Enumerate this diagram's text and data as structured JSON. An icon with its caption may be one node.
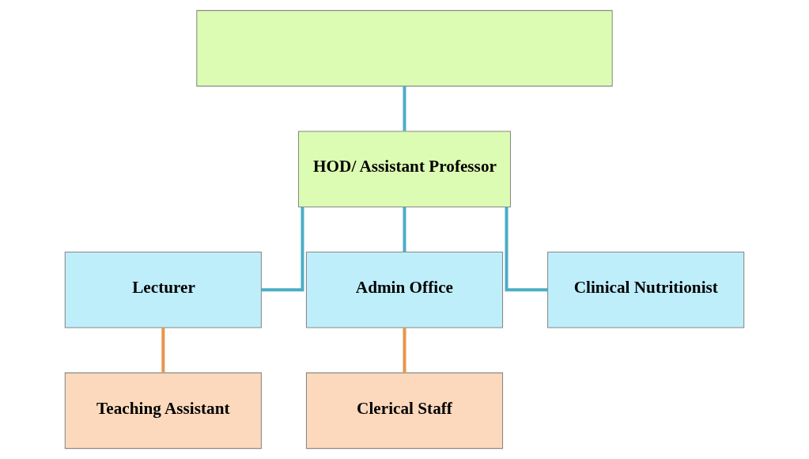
{
  "diagram": {
    "nodes": [
      {
        "text": [],
        "shape": "box"
      },
      {
        "text": [
          "HOD/ Assistant Professor"
        ]
      },
      {
        "text": [
          "Lecturer"
        ]
      },
      {
        "text": [
          "Admin Office"
        ]
      },
      {
        "text": [
          "Clinical Nutritionist"
        ]
      },
      {
        "text": [
          "Teaching Assistant"
        ]
      },
      {
        "text": [
          "Clerical Staff"
        ]
      }
    ],
    "edges": [
      {
        "from": 0,
        "to": 1,
        "arrow": "none"
      },
      {
        "from": 1,
        "to": 2,
        "arrow": "none"
      },
      {
        "from": 1,
        "to": 3,
        "arrow": "none"
      },
      {
        "from": 1,
        "to": 4,
        "arrow": "none"
      },
      {
        "from": 2,
        "to": 5,
        "arrow": "none",
        "color": "#e8954a"
      },
      {
        "from": 3,
        "to": 6,
        "arrow": "none",
        "color": "#e8954a"
      }
    ]
  }
}
